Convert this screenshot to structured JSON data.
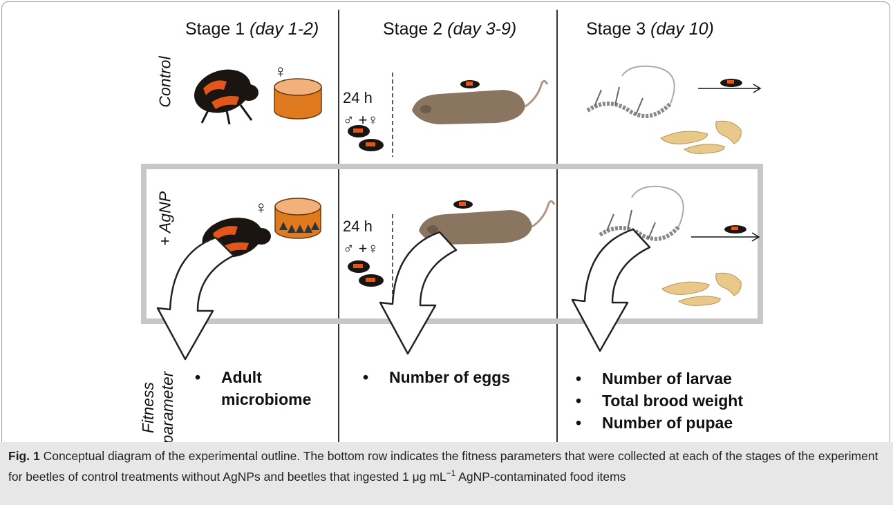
{
  "stages": [
    {
      "label": "Stage 1",
      "days": "(day 1-2)"
    },
    {
      "label": "Stage 2",
      "days": "(day 3-9)"
    },
    {
      "label": "Stage 3",
      "days": "(day 10)"
    }
  ],
  "rows": {
    "control": "Control",
    "agnp": "+ AgNP",
    "fitness_line1": "Fitness",
    "fitness_line2": "parameter"
  },
  "mating": {
    "control": {
      "time": "24 h",
      "sexes": "♂ +♀"
    },
    "agnp": {
      "time": "24 h",
      "sexes": "♂ +♀"
    }
  },
  "female_symbol": "♀",
  "fitness_parameters": {
    "stage1": [
      "Adult microbiome"
    ],
    "stage2": [
      "Number of eggs"
    ],
    "stage3": [
      "Number of larvae",
      "Total brood weight",
      "Number of pupae"
    ]
  },
  "caption": {
    "label": "Fig. 1",
    "text": "Conceptual diagram of the experimental outline. The bottom row indicates the fitness parameters that were collected at each of the stages of the experiment for beetles of control treatments without AgNPs and beetles that ingested 1 μg mL",
    "superscript": "−1",
    "text_end": " AgNP-contaminated food items"
  },
  "colors": {
    "food_orange": "#e07a1e",
    "food_top": "#f2b07a",
    "beetle_black": "#1a1510",
    "beetle_orange": "#e2561b",
    "mouse_brown": "#8a7560",
    "larva_yellow": "#e9c98a",
    "box_gray": "#c7c7c7",
    "caption_bg": "#e7e7e7"
  },
  "icons": [
    "beetle",
    "food-pellet",
    "food-pellet-nanoparticles",
    "mouse-carcass",
    "mouse-skeleton",
    "larvae",
    "curved-arrow"
  ]
}
